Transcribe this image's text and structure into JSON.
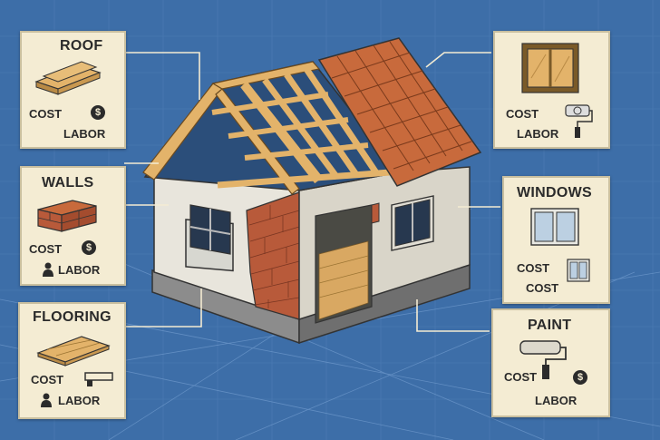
{
  "cards": {
    "roof": {
      "title": "ROOF",
      "line1": "COST",
      "line2": "LABOR",
      "icon": "dollar-icon",
      "glyph": "$"
    },
    "walls": {
      "title": "WALLS",
      "line1": "COST",
      "line2": "LABOR",
      "icon": "dollar-icon",
      "glyph": "$"
    },
    "flooring": {
      "title": "FLOORING",
      "line1": "COST",
      "line2": "LABOR"
    },
    "top_right": {
      "line1": "COST",
      "line2": "LABOR"
    },
    "windows": {
      "title": "WINDOWS",
      "line1": "COST",
      "line2": "COST"
    },
    "paint": {
      "title": "PAINT",
      "line1": "COST",
      "line2": "LABOR",
      "icon": "dollar-icon",
      "glyph": "$"
    }
  },
  "colors": {
    "background": "#3d6ea8",
    "card": "#f4ecd3",
    "roof_tiles": "#c86a3c",
    "bricks": "#b85a3a",
    "wood": "#d9a862"
  }
}
